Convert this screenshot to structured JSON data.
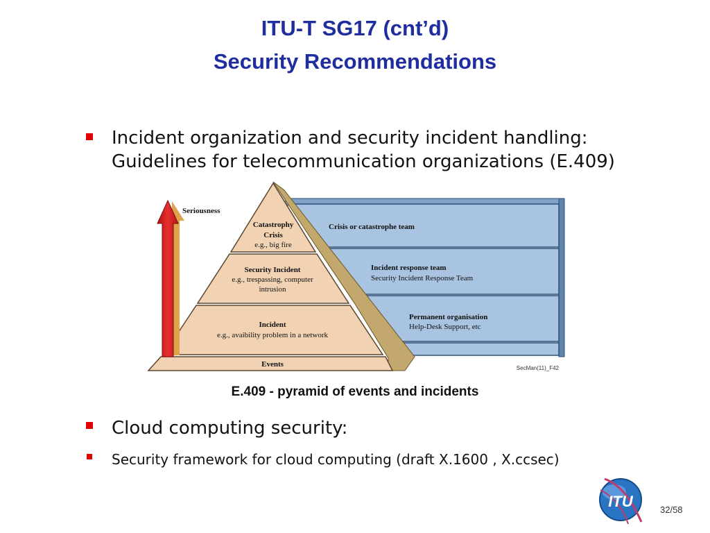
{
  "title": {
    "line1": "ITU-T SG17 (cnt’d)",
    "line2": "Security Recommendations"
  },
  "bullets": {
    "item1_line1": "Incident organization and security incident handling:",
    "item1_line2": "Guidelines for telecommunication organizations (E.409)",
    "item2": "Cloud computing security:",
    "item3": "Security framework for cloud computing (draft X.1600 , X.ccsec)"
  },
  "diagram": {
    "axis_label": "Seriousness",
    "levels": {
      "catastrophy": {
        "line1": "Catastrophy",
        "line2": "Crisis",
        "example": "e.g., big fire"
      },
      "security_incident": {
        "title": "Security Incident",
        "example1": "e.g., trespassing, computer",
        "example2": "intrusion"
      },
      "incident": {
        "title": "Incident",
        "example": "e.g., avaibility problem in a network"
      },
      "events": {
        "title": "Events"
      }
    },
    "teams": {
      "crisis": {
        "title": "Crisis or catastrophe team"
      },
      "incident_response": {
        "title": "Incident response team",
        "subtitle": "Security Incident Response Team"
      },
      "permanent": {
        "title": "Permanent organisation",
        "subtitle": "Help-Desk Support, etc"
      }
    },
    "figure_id": "SecMan(11)_F42",
    "caption": "E.409 - pyramid of events and incidents"
  },
  "footer": {
    "logo_text": "ITU",
    "page": "32/58"
  },
  "colors": {
    "title": "#1f2d9f",
    "bullet": "#e00000",
    "pyramid_face": "#f1d3b4",
    "pyramid_side": "#c3a86e",
    "team_box": "#a9c4e1",
    "arrow_red": "#d81f1f"
  }
}
